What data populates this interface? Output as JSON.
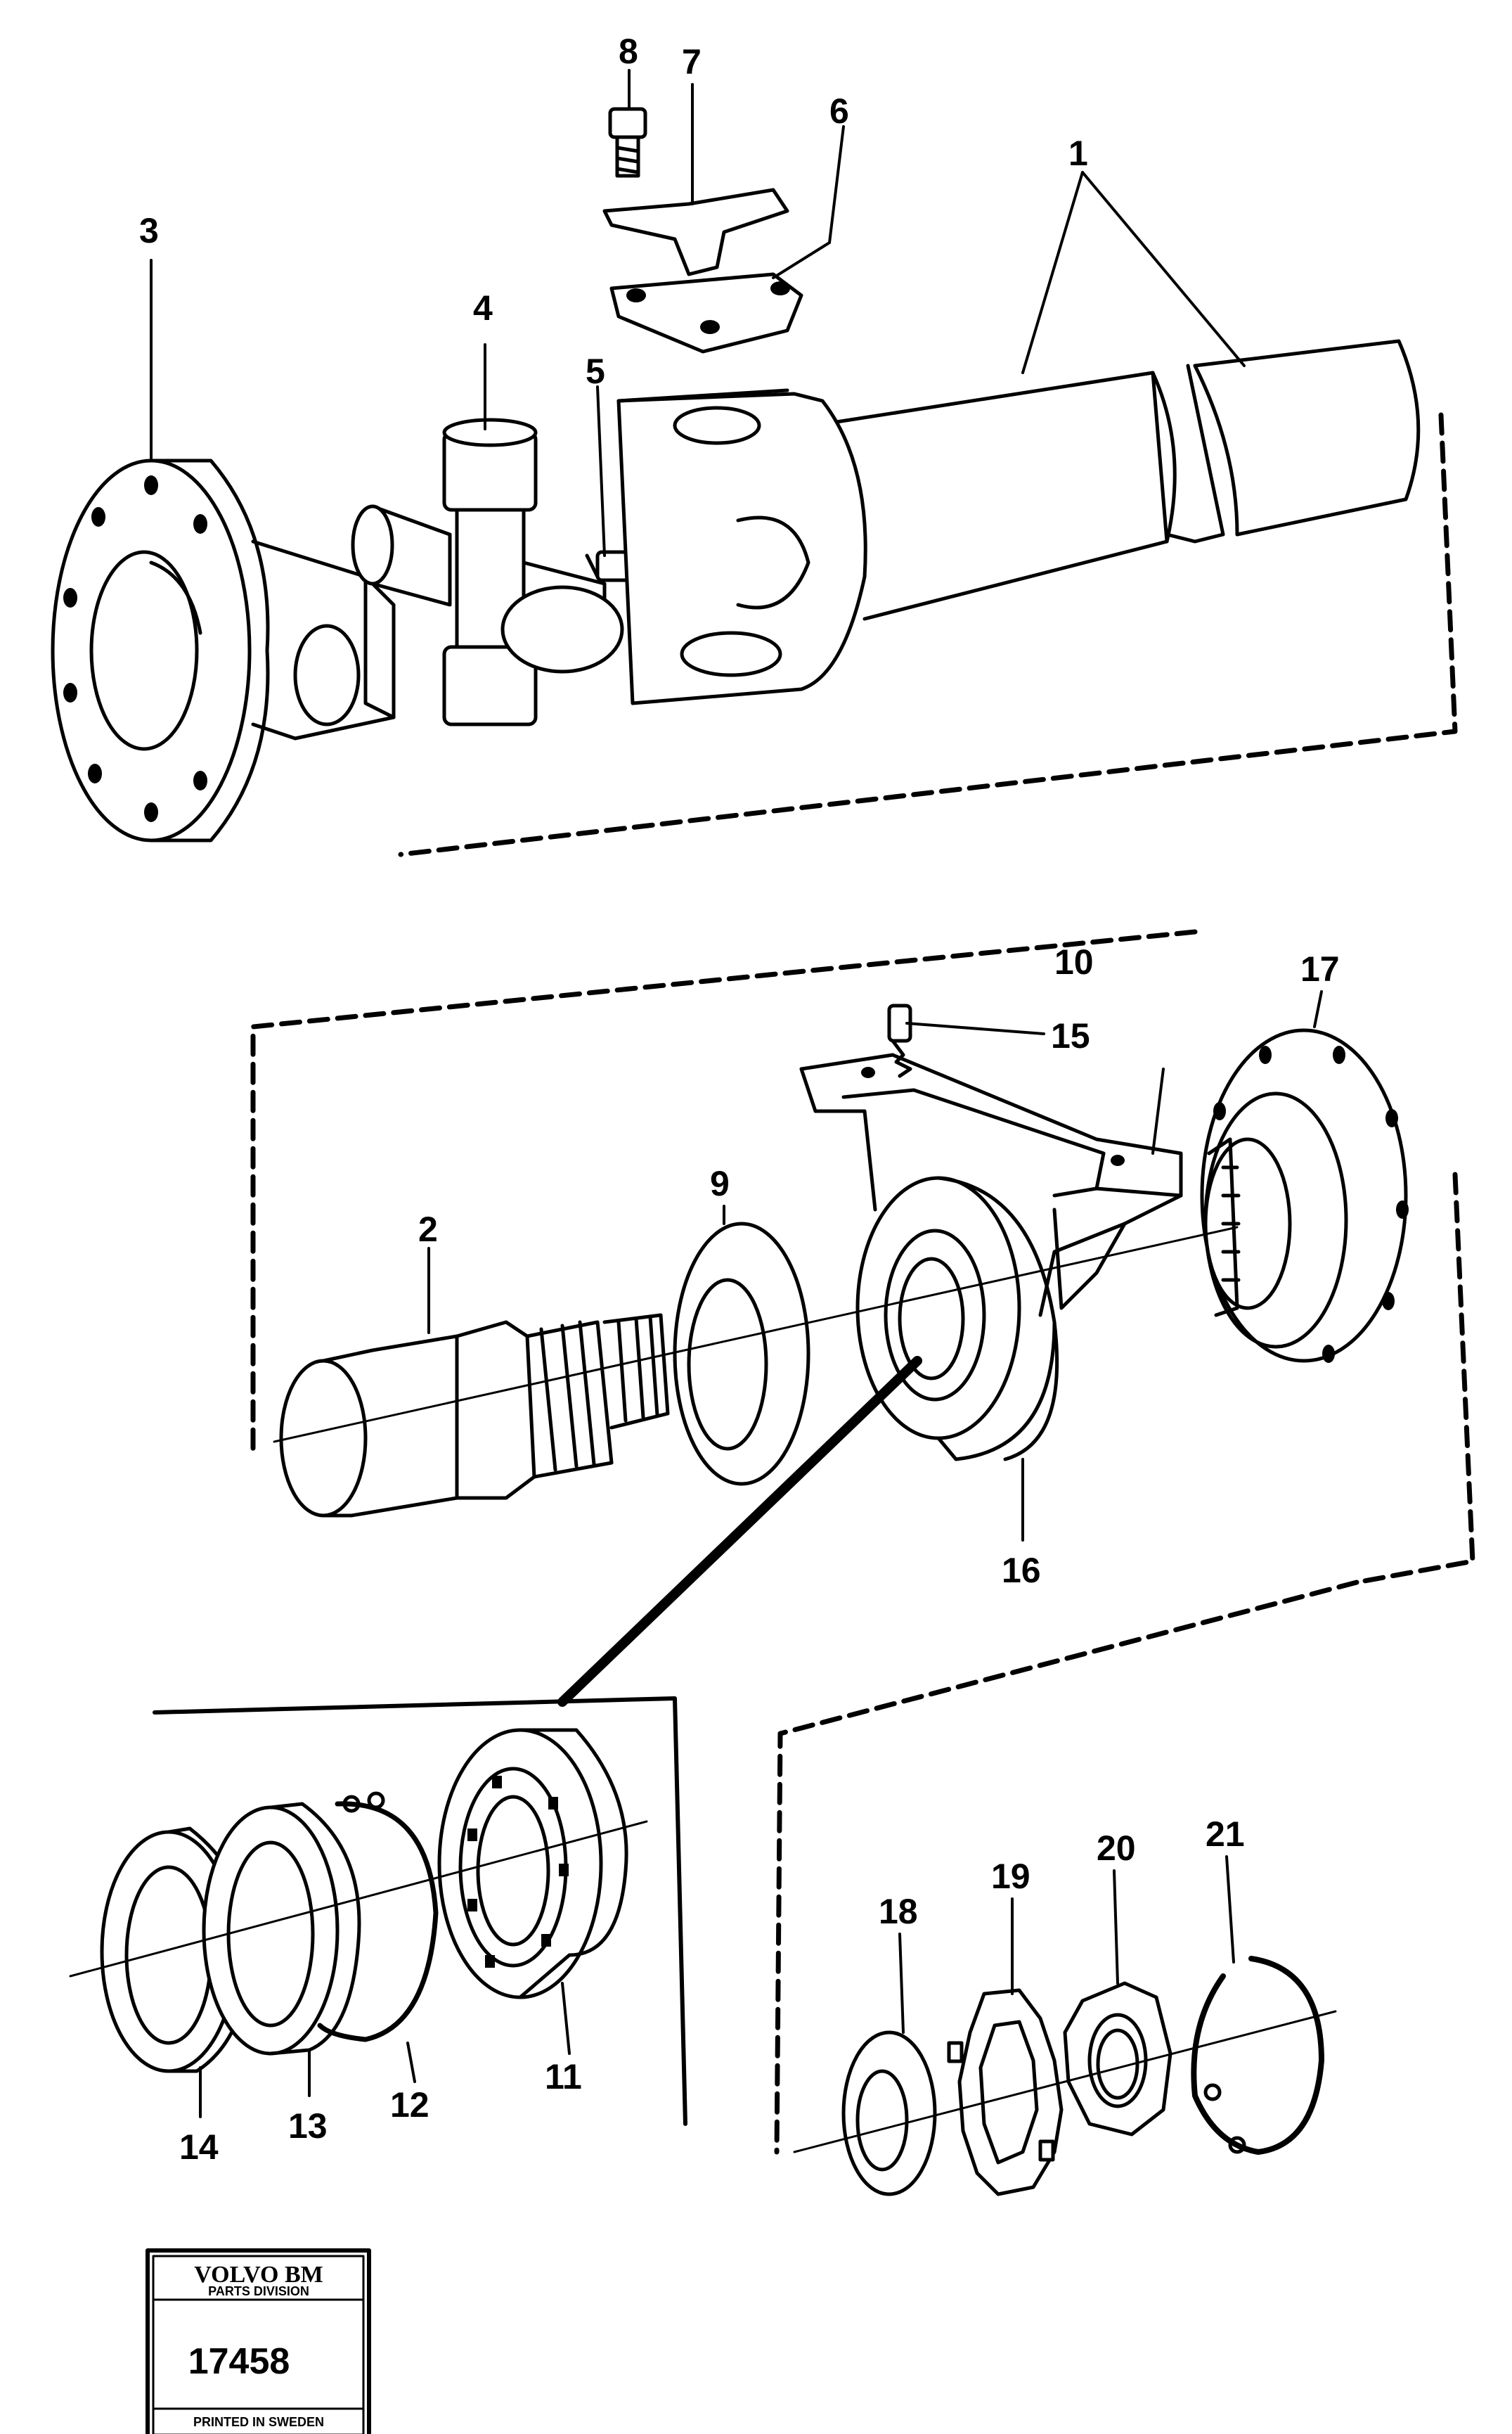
{
  "callouts": [
    "1",
    "2",
    "3",
    "4",
    "5",
    "6",
    "7",
    "8",
    "9",
    "10",
    "11",
    "12",
    "13",
    "14",
    "15",
    "16",
    "17",
    "18",
    "19",
    "20",
    "21"
  ],
  "stamp": {
    "brand": "VOLVO BM",
    "division": "PARTS DIVISION",
    "number": "17458",
    "printed": "PRINTED IN SWEDEN"
  }
}
